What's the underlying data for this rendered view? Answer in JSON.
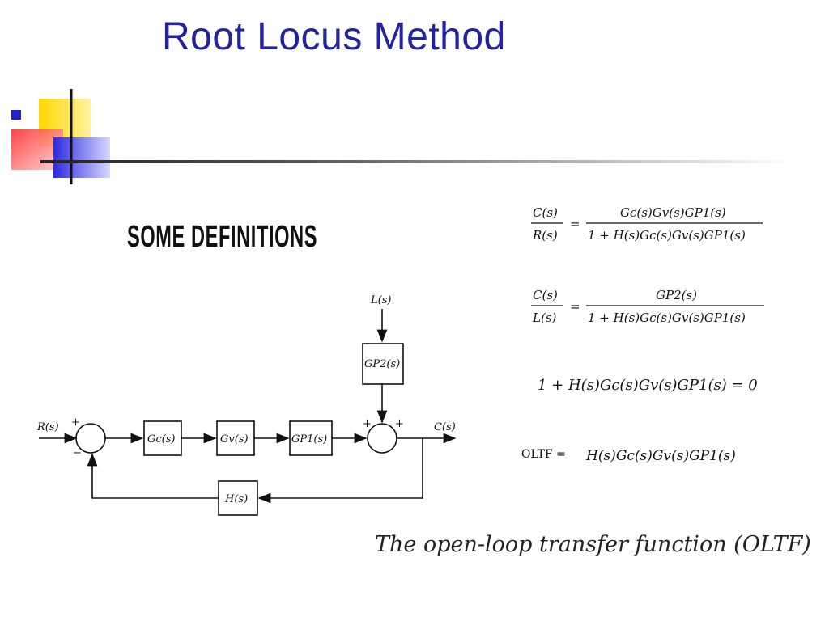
{
  "slide": {
    "title": "Root Locus Method",
    "heading": "SOME DEFINITIONS",
    "caption": "The open-loop transfer function (OLTF)",
    "accent_color": "#2323a0"
  },
  "diagram": {
    "input": "R(s)",
    "output": "C(s)",
    "load": "L(s)",
    "blocks": {
      "gc": "Gc(s)",
      "gv": "Gv(s)",
      "gp1": "GP1(s)",
      "gp2": "GP2(s)",
      "h": "H(s)"
    },
    "signs": {
      "plus": "+",
      "minus": "−"
    }
  },
  "equations": {
    "eq1_lhs_num": "C(s)",
    "eq1_lhs_den": "R(s)",
    "eq1_rhs_num": "Gc(s)Gv(s)GP1(s)",
    "eq1_rhs_den": "1 + H(s)Gc(s)Gv(s)GP1(s)",
    "eq2_lhs_num": "C(s)",
    "eq2_lhs_den": "L(s)",
    "eq2_rhs_num": "GP2(s)",
    "eq2_rhs_den": "1 + H(s)Gc(s)Gv(s)GP1(s)",
    "characteristic": "1 + H(s)Gc(s)Gv(s)GP1(s) = 0",
    "oltf_label": "OLTF =",
    "oltf_expr": "H(s)Gc(s)Gv(s)GP1(s)",
    "equals": "="
  }
}
